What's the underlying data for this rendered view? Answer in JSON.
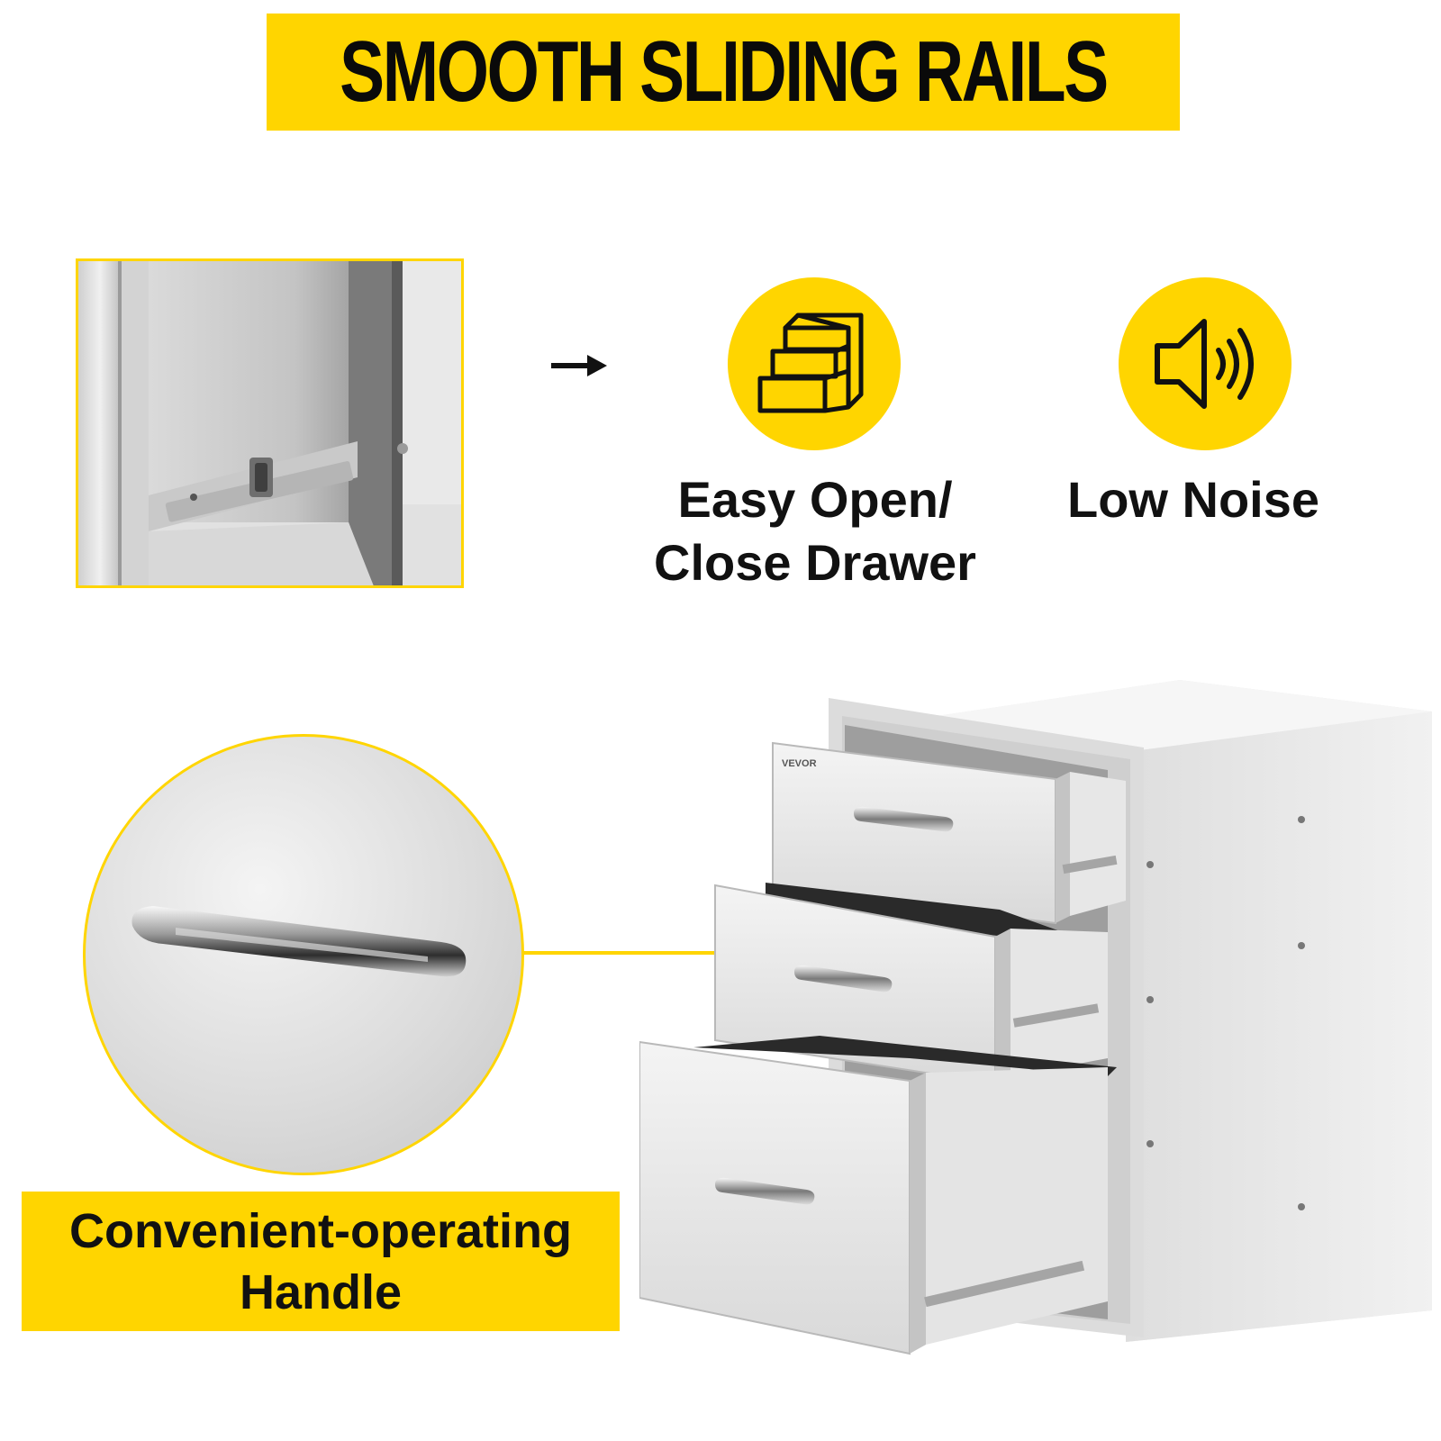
{
  "title": "SMOOTH SLIDING RAILS",
  "features": [
    {
      "label_line1": "Easy Open/",
      "label_line2": "Close Drawer",
      "icon": "drawer-icon"
    },
    {
      "label_line1": "Low Noise",
      "icon": "speaker-icon"
    }
  ],
  "handle_callout": {
    "line1": "Convenient-operating",
    "line2": "Handle"
  },
  "brand_label": "VEVOR",
  "colors": {
    "accent": "#ffd500",
    "text": "#111111",
    "steel": "#d9d9d9"
  }
}
